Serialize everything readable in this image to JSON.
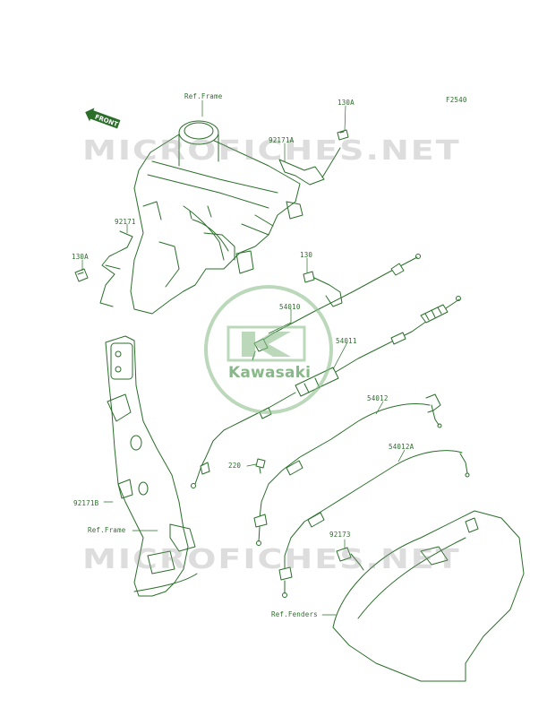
{
  "diagram_code": "F2540",
  "watermark_text": "MICROFICHES.NET",
  "brand_text": "Kawasaki",
  "front_text": "FRONT",
  "colors": {
    "line": "#2a6e2a",
    "fill": "#ffffff",
    "watermark": "#969696",
    "logo": "#8fbf8f"
  },
  "labels": {
    "ref_frame_top": "Ref.Frame",
    "p130A_top": "130A",
    "p92171A": "92171A",
    "p92171": "92171",
    "p130A_left": "130A",
    "p130": "130",
    "p54010": "54010",
    "p54011": "54011",
    "p54012": "54012",
    "p54012A": "54012A",
    "p220": "220",
    "p92171B": "92171B",
    "ref_frame_bottom": "Ref.Frame",
    "p92173": "92173",
    "ref_fenders": "Ref.Fenders"
  }
}
